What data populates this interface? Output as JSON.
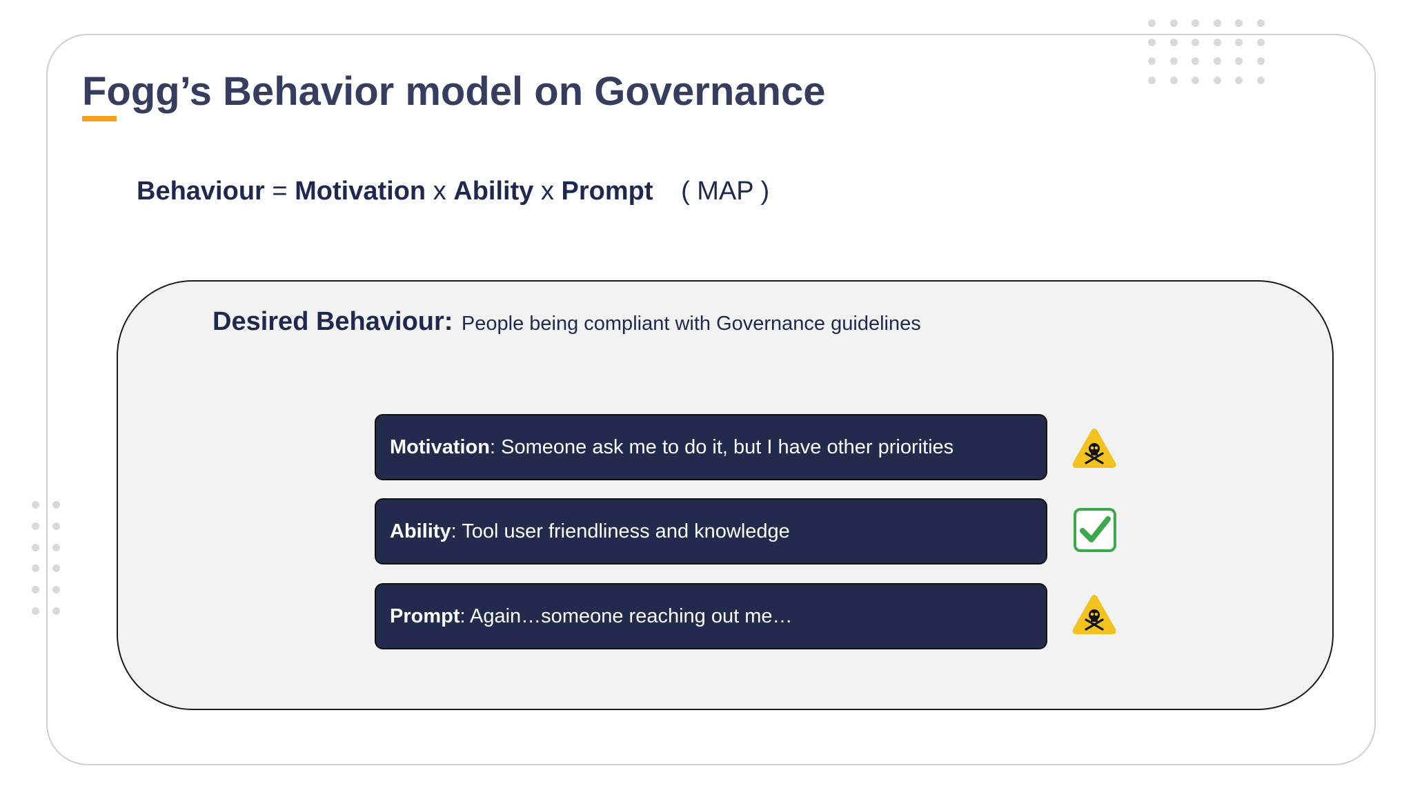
{
  "slide": {
    "title": "Fogg’s Behavior model on Governance",
    "accent_color": "#f1a21a",
    "title_color": "#363d5e"
  },
  "formula": {
    "behaviour": "Behaviour",
    "equals": "=",
    "motivation": "Motivation",
    "times1": "x",
    "ability": "Ability",
    "times2": "x",
    "prompt": "Prompt",
    "acronym": "( MAP )"
  },
  "panel": {
    "desired_label": "Desired Behaviour:",
    "desired_text": "People being compliant with Governance guidelines",
    "factors": [
      {
        "name": "Motivation",
        "text": ": Someone ask me to do it, but I have other priorities",
        "status_icon": "skull-warning-icon"
      },
      {
        "name": "Ability",
        "text": ": Tool user friendliness and knowledge",
        "status_icon": "checkmark-icon"
      },
      {
        "name": "Prompt",
        "text": ": Again…someone reaching out me…",
        "status_icon": "skull-warning-icon"
      }
    ],
    "box_color": "#222a4d",
    "warning_color": "#f4c21f",
    "check_color": "#3ba84a"
  }
}
